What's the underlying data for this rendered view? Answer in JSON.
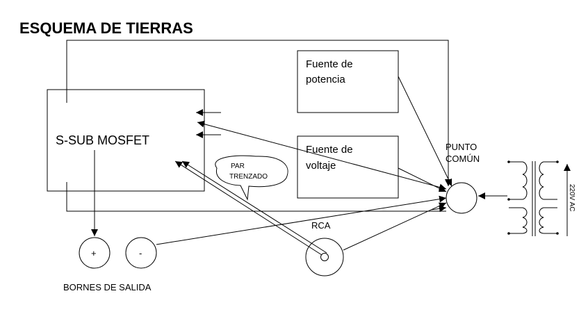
{
  "title": "ESQUEMA DE TIERRAS",
  "blocks": {
    "mosfet": "S-SUB MOSFET",
    "power_supply": [
      "Fuente de",
      "potencia"
    ],
    "voltage_supply": [
      "Fuente de",
      "voltaje"
    ]
  },
  "labels": {
    "common_point": [
      "PUNTO",
      "COMÚN"
    ],
    "twisted_pair": [
      "PAR",
      "TRENZADO"
    ],
    "rca": "RCA",
    "output_terminals": "BORNES DE SALIDA",
    "terminal_plus": "+",
    "terminal_minus": "-",
    "mains": "220V AC"
  }
}
